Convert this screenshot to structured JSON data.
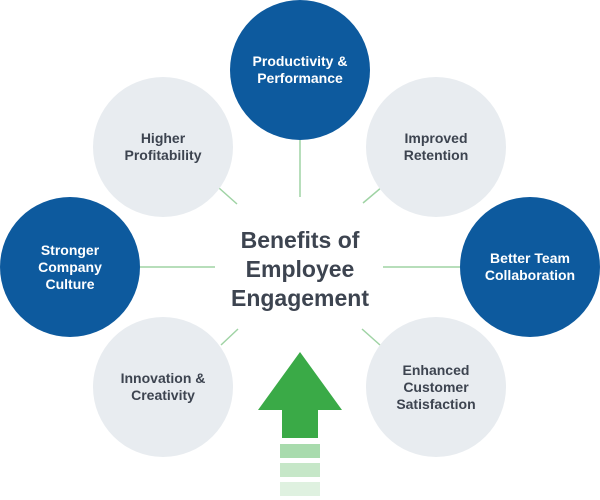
{
  "center": {
    "title": "Benefits of\nEmployee\nEngagement"
  },
  "benefits": [
    {
      "label": "Productivity &\nPerformance",
      "style": "dark"
    },
    {
      "label": "Improved\nRetention",
      "style": "light"
    },
    {
      "label": "Better Team\nCollaboration",
      "style": "dark"
    },
    {
      "label": "Enhanced\nCustomer\nSatisfaction",
      "style": "light"
    },
    {
      "label": "Innovation &\nCreativity",
      "style": "light"
    },
    {
      "label": "Stronger\nCompany\nCulture",
      "style": "dark"
    },
    {
      "label": "Higher\nProfitability",
      "style": "light"
    }
  ],
  "colors": {
    "dark_node": "#0d5a9e",
    "light_node": "#e8ecf0",
    "connector": "#9fd3a4",
    "arrow": "#3aaa47",
    "arrow_stripes": [
      "#a8dbad",
      "#c6e7c8",
      "#dff1e0"
    ]
  },
  "icons": {
    "growth_arrow": "up-arrow-icon"
  }
}
